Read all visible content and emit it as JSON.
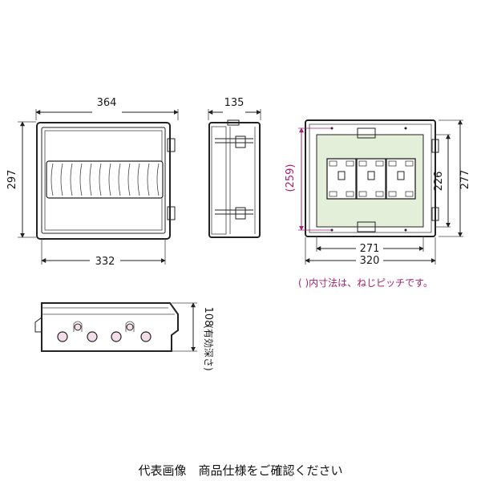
{
  "front_view": {
    "width_outer": "364",
    "height": "297",
    "width_inner": "332"
  },
  "side_view": {
    "depth": "135"
  },
  "interior_view": {
    "screw_pitch_height": "(259)",
    "inner_height": "226",
    "outer_height": "277",
    "screw_pitch_width": "271",
    "outer_width": "320",
    "panel_color": "#e3efd9",
    "screw_pitch_color": "#a0236e"
  },
  "bottom_view": {
    "effective_depth": "108",
    "effective_depth_note": "(有効深さ)",
    "knockout_color": "#f2dde8"
  },
  "note": "( )内寸法は、ねじピッチです。",
  "caption": "代表画像　商品仕様をご確認ください"
}
